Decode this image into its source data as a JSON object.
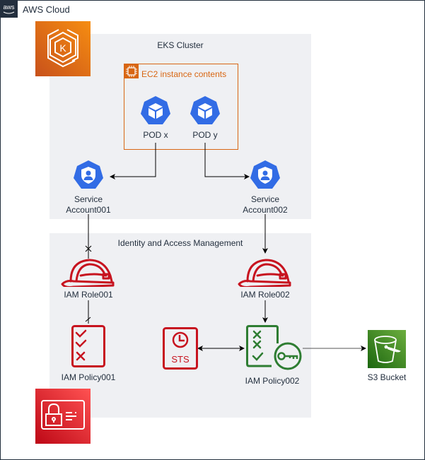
{
  "diagram": {
    "title": "AWS Cloud",
    "aws_logo_text": "aws",
    "colors": {
      "frame": "#232f3e",
      "group_fill": "#eff0f3",
      "eks_orange": "#ed7100",
      "ec2_orange": "#d86613",
      "k8s_blue": "#326ce5",
      "iam_red": "#c7131f",
      "green": "#2e7d32",
      "s3_green": "#3f8624"
    },
    "groups": {
      "eks": {
        "label": "EKS Cluster"
      },
      "ec2": {
        "label": "EC2 instance contents"
      },
      "iam": {
        "label": "Identity and Access Management"
      }
    },
    "nodes": {
      "pod_x": {
        "label": "POD x",
        "icon": "kubernetes-pod-icon"
      },
      "pod_y": {
        "label": "POD y",
        "icon": "kubernetes-pod-icon"
      },
      "sa1": {
        "label_line1": "Service",
        "label_line2": "Account001",
        "icon": "service-account-icon"
      },
      "sa2": {
        "label_line1": "Service",
        "label_line2": "Account002",
        "icon": "service-account-icon"
      },
      "role1": {
        "label": "IAM Role001",
        "icon": "iam-role-helmet-icon"
      },
      "role2": {
        "label": "IAM Role002",
        "icon": "iam-role-helmet-icon"
      },
      "policy1": {
        "label": "IAM Policy001",
        "icon": "iam-policy-checklist-icon"
      },
      "policy2": {
        "label": "IAM Policy002",
        "icon": "iam-policy-key-icon"
      },
      "sts": {
        "label": "STS",
        "icon": "sts-clock-icon"
      },
      "s3": {
        "label": "S3 Bucket",
        "icon": "s3-bucket-icon"
      }
    },
    "edges": [
      {
        "from": "POD x",
        "to": "Service Account001",
        "style": "arrow"
      },
      {
        "from": "POD y",
        "to": "Service Account002",
        "style": "arrow"
      },
      {
        "from": "Service Account001",
        "to": "IAM Role001",
        "style": "crossed"
      },
      {
        "from": "IAM Role001",
        "to": "IAM Policy001",
        "style": "crossed"
      },
      {
        "from": "Service Account002",
        "to": "IAM Role002",
        "style": "arrow"
      },
      {
        "from": "IAM Role002",
        "to": "IAM Policy002",
        "style": "arrow"
      },
      {
        "from": "STS",
        "to": "IAM Policy002",
        "style": "bidirectional"
      },
      {
        "from": "IAM Policy002",
        "to": "S3 Bucket",
        "style": "arrow"
      }
    ]
  }
}
